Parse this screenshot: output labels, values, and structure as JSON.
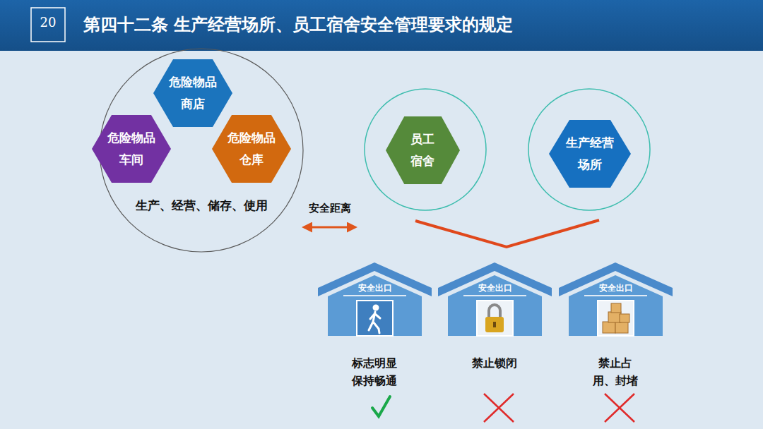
{
  "diagram": {
    "title": "第四十二条 生产经营场所、员工宿舍安全管理要求的规定",
    "nodes": [
      {
        "text": [
          "生产、经营、储存、使用"
        ]
      },
      {
        "text": [
          "危险物品 商店"
        ],
        "in": 0
      },
      {
        "text": [
          "危险物品 车间"
        ],
        "in": 0
      },
      {
        "text": [
          "危险物品 仓库"
        ],
        "in": 0
      },
      {
        "text": [
          "员工 宿舍"
        ]
      },
      {
        "text": [
          "生产经营 场所"
        ]
      },
      {
        "text": [
          "安全出口",
          "标志明显 保持畅通"
        ]
      },
      {
        "text": [
          "安全出口",
          "禁止锁闭"
        ]
      },
      {
        "text": [
          "安全出口",
          "禁止占用、封堵"
        ]
      }
    ],
    "labels": [
      "20",
      "安全距离"
    ]
  }
}
